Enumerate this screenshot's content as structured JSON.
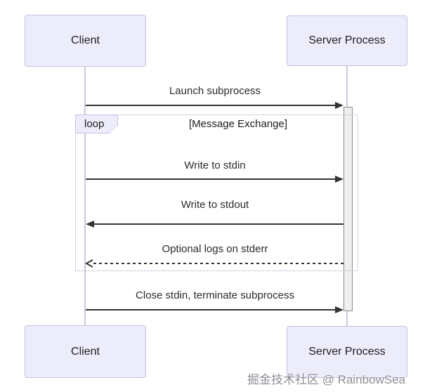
{
  "diagram_type": "sequence-diagram",
  "actors": {
    "client": "Client",
    "server": "Server Process"
  },
  "loop": {
    "tag": "loop",
    "title": "[Message Exchange]"
  },
  "messages": [
    {
      "label": "Launch subprocess",
      "from": "client",
      "to": "server",
      "line": "solid",
      "arrowhead": "filled"
    },
    {
      "label": "Write to stdin",
      "from": "client",
      "to": "server",
      "line": "solid",
      "arrowhead": "filled"
    },
    {
      "label": "Write to stdout",
      "from": "server",
      "to": "client",
      "line": "solid",
      "arrowhead": "filled"
    },
    {
      "label": "Optional logs on stderr",
      "from": "server",
      "to": "client",
      "line": "dashed",
      "arrowhead": "open"
    },
    {
      "label": "Close stdin, terminate subprocess",
      "from": "client",
      "to": "server",
      "line": "solid",
      "arrowhead": "filled"
    }
  ],
  "watermark": "掘金技术社区 @ RainbowSea",
  "colors": {
    "actor_fill": "#ECECFB",
    "actor_border": "#C3C3E6",
    "lifeline": "#C9C9E0",
    "loop_border": "#A8A8CE",
    "arrow": "#333333",
    "activation_fill": "#EFEFEF",
    "activation_border": "#8C8C8C",
    "watermark_text": "#8E8E96",
    "background": "#FFFFFF"
  }
}
